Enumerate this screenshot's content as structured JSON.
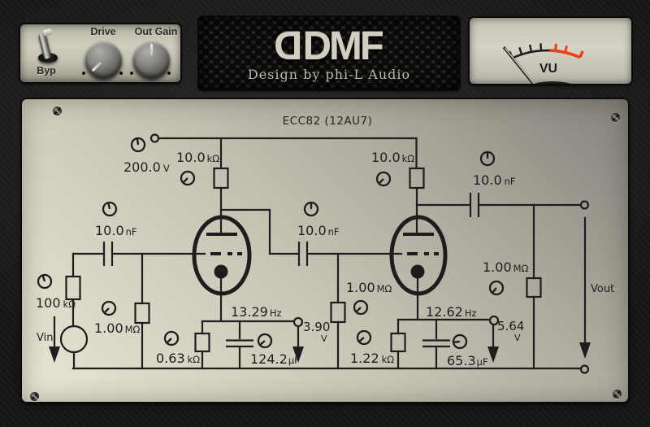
{
  "header": {
    "bypass": {
      "label": "Byp"
    },
    "drive": {
      "label": "Drive"
    },
    "out_gain": {
      "label": "Out Gain"
    },
    "brand": {
      "logo_first": "D",
      "logo_rest": "DMF",
      "tagline": "Design by phi-L Audio"
    },
    "vu": {
      "label": "VU"
    }
  },
  "schematic": {
    "title": "ECC82 (12AU7)",
    "supply_voltage": {
      "value": "200.0",
      "unit": "V"
    },
    "plate_resistor_1": {
      "value": "10.0",
      "unit": "kΩ"
    },
    "plate_resistor_2": {
      "value": "10.0",
      "unit": "kΩ"
    },
    "input_cap": {
      "value": "10.0",
      "unit": "nF"
    },
    "interstage_cap": {
      "value": "10.0",
      "unit": "nF"
    },
    "output_cap": {
      "value": "10.0",
      "unit": "nF"
    },
    "input_resistor": {
      "value": "100",
      "unit": "kΩ"
    },
    "grid_resistor_1": {
      "value": "1.00",
      "unit": "MΩ"
    },
    "grid_resistor_2": {
      "value": "1.00",
      "unit": "MΩ"
    },
    "load_resistor": {
      "value": "1.00",
      "unit": "MΩ"
    },
    "cathode_resistor_1": {
      "value": "0.63",
      "unit": "kΩ"
    },
    "cathode_cap_1": {
      "value": "124.2",
      "unit": "µF"
    },
    "cathode_freq_1": {
      "value": "13.29",
      "unit": "Hz"
    },
    "cathode_voltage_1": {
      "value": "3.90",
      "unit": "V"
    },
    "cathode_resistor_2": {
      "value": "1.22",
      "unit": "kΩ"
    },
    "cathode_cap_2": {
      "value": "65.3",
      "unit": "µF"
    },
    "cathode_freq_2": {
      "value": "12.62",
      "unit": "Hz"
    },
    "cathode_voltage_2": {
      "value": "5.64",
      "unit": "V"
    },
    "input_label": "Vin",
    "output_label": "Vout"
  },
  "colors": {
    "panel": "#d0cdbe",
    "ink": "#1d1d1d",
    "vu_red": "#e8401a",
    "leather": "#171717"
  }
}
